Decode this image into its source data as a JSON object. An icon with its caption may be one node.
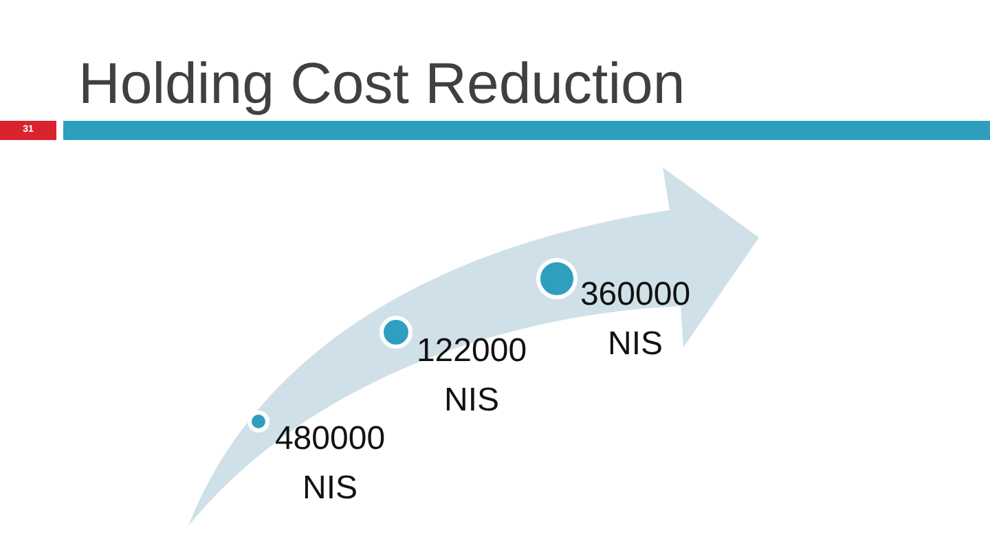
{
  "diagram": {
    "title": "Holding Cost Reduction",
    "nodes": [
      {
        "text": [],
        "shape": "circle",
        "beside": [
          "480000 NIS"
        ]
      },
      {
        "text": [],
        "shape": "circle",
        "beside": [
          "122000 NIS"
        ]
      },
      {
        "text": [],
        "shape": "circle",
        "beside": [
          "360000 NIS"
        ]
      }
    ],
    "labels": [
      "31"
    ]
  }
}
